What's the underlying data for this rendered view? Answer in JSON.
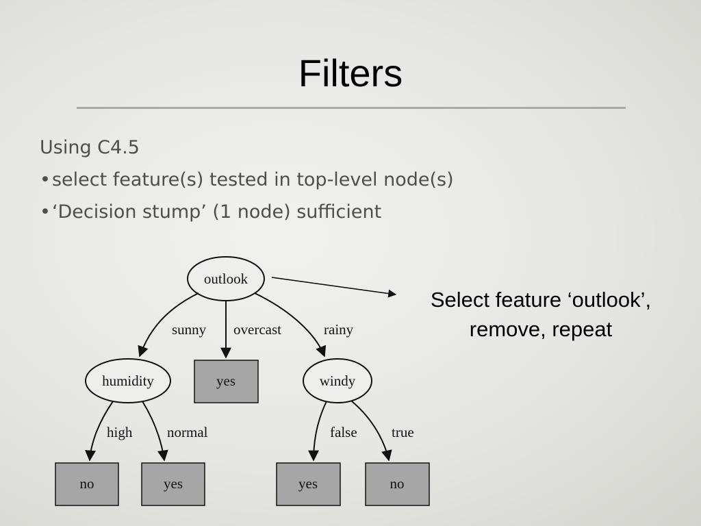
{
  "slide": {
    "title": "Filters",
    "heading": "Using C4.5",
    "bullets": [
      {
        "marker": "•",
        "text": "select feature(s) tested in top-level node(s)"
      },
      {
        "marker": "•",
        "text": "‘Decision stump’ (1 node) sufficient"
      }
    ],
    "callout": {
      "line1": "Select feature ‘outlook’,",
      "line2": "remove, repeat"
    }
  },
  "tree": {
    "root": "outlook",
    "edges": {
      "sunny": "sunny",
      "overcast": "overcast",
      "rainy": "rainy",
      "high": "high",
      "normal": "normal",
      "false": "false",
      "true": "true"
    },
    "nodes": {
      "humidity": "humidity",
      "windy": "windy"
    },
    "leaves": {
      "overcast_leaf": "yes",
      "high_leaf": "no",
      "normal_leaf": "yes",
      "false_leaf": "yes",
      "true_leaf": "no"
    },
    "colors": {
      "leaf_fill": "#a6a6a6",
      "node_fill": "#eeeeec",
      "line": "#111111"
    }
  }
}
